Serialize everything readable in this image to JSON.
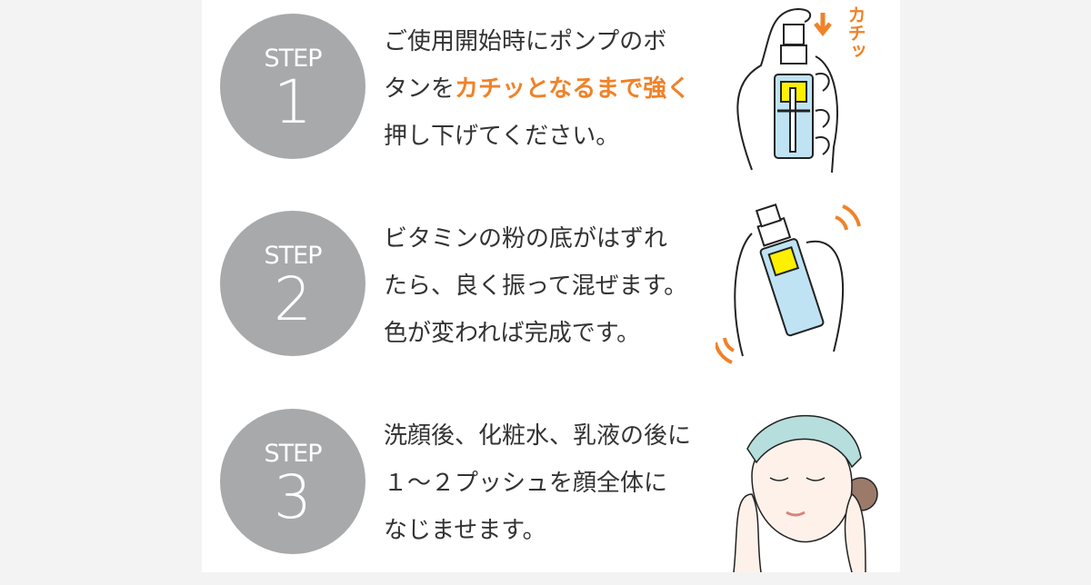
{
  "steps": [
    {
      "label": "STEP",
      "number": "1",
      "lines": [
        "ご使用開始時にポンプのボ"
      ],
      "line2_pre": "タンを",
      "line2_highlight": "カチッとなるまで強く",
      "line3": "押し下げてください。",
      "illustration_text": "カチッ"
    },
    {
      "label": "STEP",
      "number": "2",
      "lines": [
        "ビタミンの粉の底がはずれ",
        "たら、良く振って混ぜます。",
        "色が変われば完成です。"
      ]
    },
    {
      "label": "STEP",
      "number": "3",
      "lines": [
        "洗顔後、化粧水、乳液の後に",
        "１～２プッシュを顔全体に",
        "なじませます。"
      ]
    }
  ],
  "colors": {
    "accent": "#f08228",
    "circle": "#a8a9ab",
    "liquid": "#bfe3f3",
    "powder": "#fff000"
  }
}
